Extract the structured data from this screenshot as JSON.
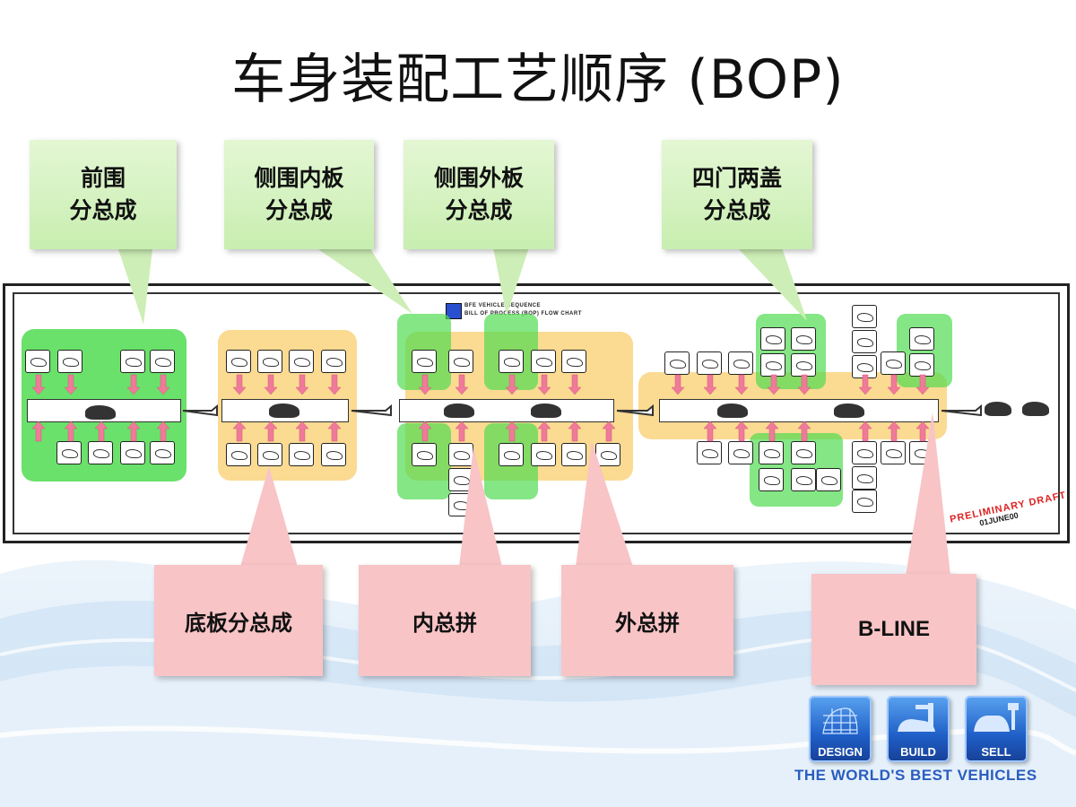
{
  "page": {
    "title": "车身装配工艺顺序 (BOP)"
  },
  "callouts_top": [
    {
      "id": "front",
      "text": "前围\n分总成"
    },
    {
      "id": "side-inner",
      "text": "侧围内板\n分总成"
    },
    {
      "id": "side-outer",
      "text": "侧围外板\n分总成"
    },
    {
      "id": "doors",
      "text": "四门两盖\n分总成"
    }
  ],
  "callouts_bottom": [
    {
      "id": "floor",
      "text": "底板分总成"
    },
    {
      "id": "inner-main",
      "text": "内总拼"
    },
    {
      "id": "outer-main",
      "text": "外总拼"
    },
    {
      "id": "b-line",
      "text": "B-LINE"
    }
  ],
  "chart": {
    "header_line1": "BFE VEHICLE SEQUENCE",
    "header_line2": "BILL OF PROCESS (BOP) FLOW CHART",
    "draft_line1": "PRELIMINARY DRAFT",
    "draft_line2": "01JUNE00"
  },
  "brand": {
    "tiles": [
      "DESIGN",
      "BUILD",
      "SELL"
    ],
    "tagline": "THE WORLD'S BEST VEHICLES",
    "tile_color": "#1f5fc7",
    "tagline_color": "#2a5dbf"
  },
  "colors": {
    "callout_green": "#c8eeb0",
    "callout_pink": "#f8c4c6",
    "zone_green": "#50dc50",
    "zone_yellow": "#facd6e"
  }
}
